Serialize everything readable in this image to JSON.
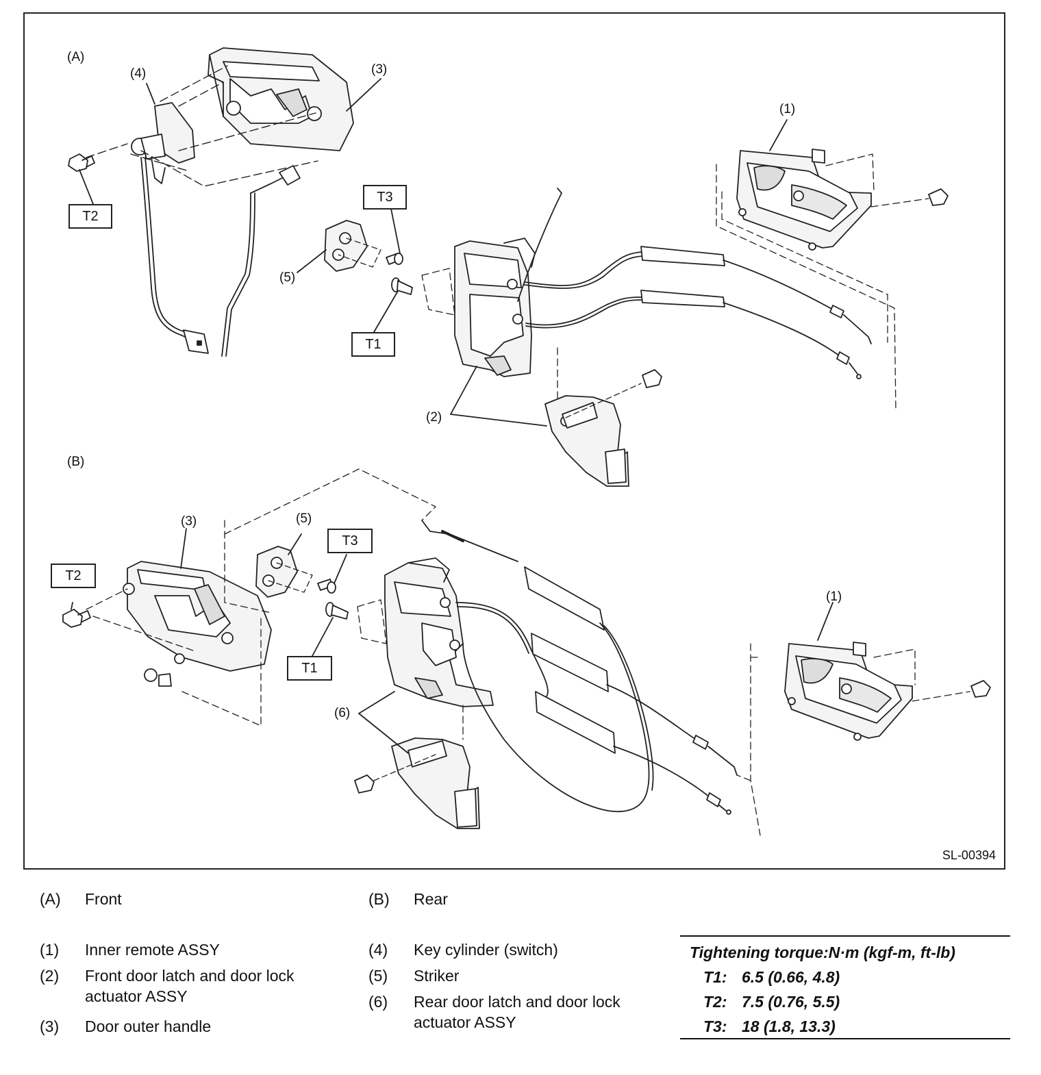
{
  "figure": {
    "section_labels": {
      "front": "(A)",
      "rear": "(B)"
    },
    "callouts": {
      "a1": "(1)",
      "a2": "(2)",
      "a3": "(3)",
      "a4": "(4)",
      "a5": "(5)",
      "b1": "(1)",
      "b3": "(3)",
      "b5": "(5)",
      "b6": "(6)"
    },
    "torque_tags": {
      "a_t1": "T1",
      "a_t2": "T2",
      "a_t3": "T3",
      "b_t1": "T1",
      "b_t2": "T2",
      "b_t3": "T3"
    },
    "figure_id": "SL-00394"
  },
  "legend": {
    "items": [
      {
        "code": "(A)",
        "text": "Front"
      },
      {
        "code": "(B)",
        "text": "Rear"
      },
      {
        "code": "(1)",
        "text": "Inner remote ASSY"
      },
      {
        "code": "(2)",
        "text": "Front door latch and door lock\nactuator ASSY"
      },
      {
        "code": "(3)",
        "text": "Door outer handle"
      },
      {
        "code": "(4)",
        "text": "Key cylinder (switch)"
      },
      {
        "code": "(5)",
        "text": "Striker"
      },
      {
        "code": "(6)",
        "text": "Rear door latch and door lock\nactuator ASSY"
      }
    ]
  },
  "torque_table": {
    "heading": "Tightening torque:N·m (kgf-m, ft-lb)",
    "rows": [
      {
        "key": "T1:",
        "value": "6.5 (0.66, 4.8)"
      },
      {
        "key": "T2:",
        "value": "7.5 (0.76, 5.5)"
      },
      {
        "key": "T3:",
        "value": "18 (1.8, 13.3)"
      }
    ]
  }
}
